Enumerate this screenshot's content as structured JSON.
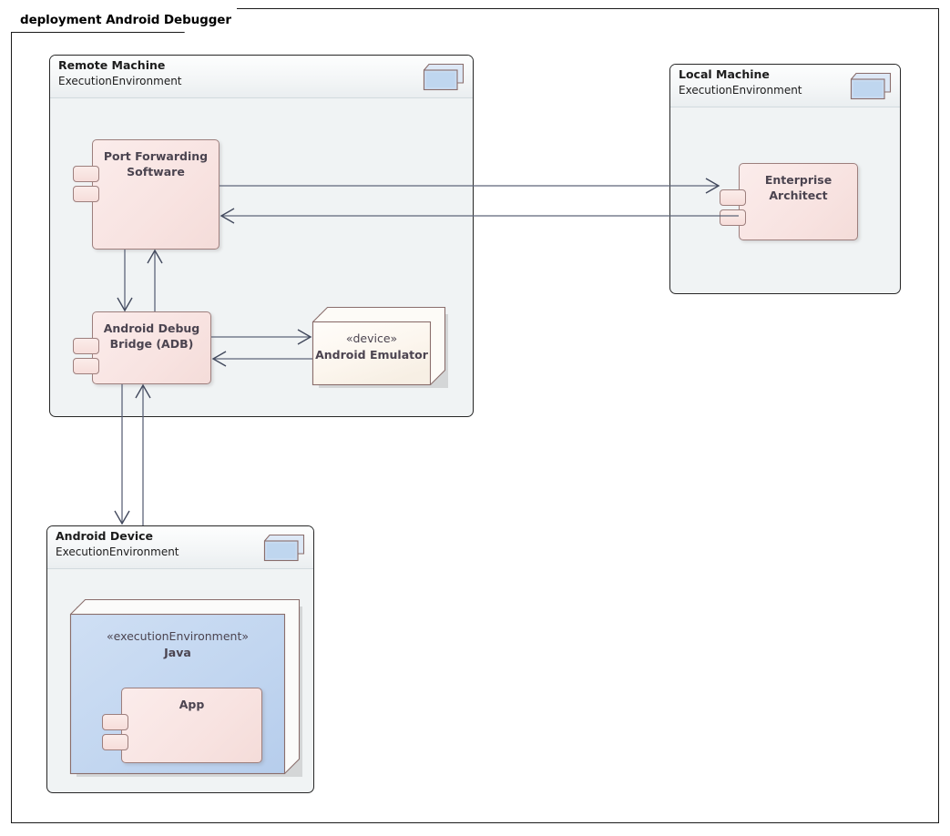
{
  "frame": {
    "label": "deployment Android Debugger"
  },
  "colors": {
    "component_fill": "#f8e3e1",
    "component_border": "#9d7f7d",
    "node_fill": "#f0f3f4",
    "node_border": "#262626",
    "device_fill": "#fdf8f2",
    "java_fill": "#c4d7f0",
    "connector": "#5d6579",
    "text": "#4b4450",
    "frame_border": "#1a1a1a"
  },
  "nodes": {
    "remote_machine": {
      "title": "Remote Machine",
      "subtitle": "ExecutionEnvironment",
      "icon": "node-box-icon"
    },
    "local_machine": {
      "title": "Local Machine",
      "subtitle": "ExecutionEnvironment",
      "icon": "node-box-icon"
    },
    "android_device": {
      "title": "Android Device",
      "subtitle": "ExecutionEnvironment",
      "icon": "node-box-icon"
    }
  },
  "components": {
    "port_forwarding": {
      "label": "Port Forwarding Software"
    },
    "adb": {
      "label": "Android Debug Bridge (ADB)"
    },
    "enterprise_architect": {
      "label": "Enterprise Architect"
    },
    "app": {
      "label": "App"
    }
  },
  "artifacts": {
    "android_emulator": {
      "stereotype": "«device»",
      "name": "Android Emulator"
    },
    "java": {
      "stereotype": "«executionEnvironment»",
      "name": "Java"
    }
  },
  "connections": [
    {
      "from": "port_forwarding",
      "to": "enterprise_architect",
      "direction": "right"
    },
    {
      "from": "enterprise_architect",
      "to": "port_forwarding",
      "direction": "left"
    },
    {
      "from": "port_forwarding",
      "to": "adb",
      "direction": "down"
    },
    {
      "from": "adb",
      "to": "port_forwarding",
      "direction": "up"
    },
    {
      "from": "adb",
      "to": "android_emulator",
      "direction": "right"
    },
    {
      "from": "android_emulator",
      "to": "adb",
      "direction": "left"
    },
    {
      "from": "adb",
      "to": "android_device",
      "direction": "down"
    },
    {
      "from": "android_device",
      "to": "adb",
      "direction": "up"
    }
  ]
}
